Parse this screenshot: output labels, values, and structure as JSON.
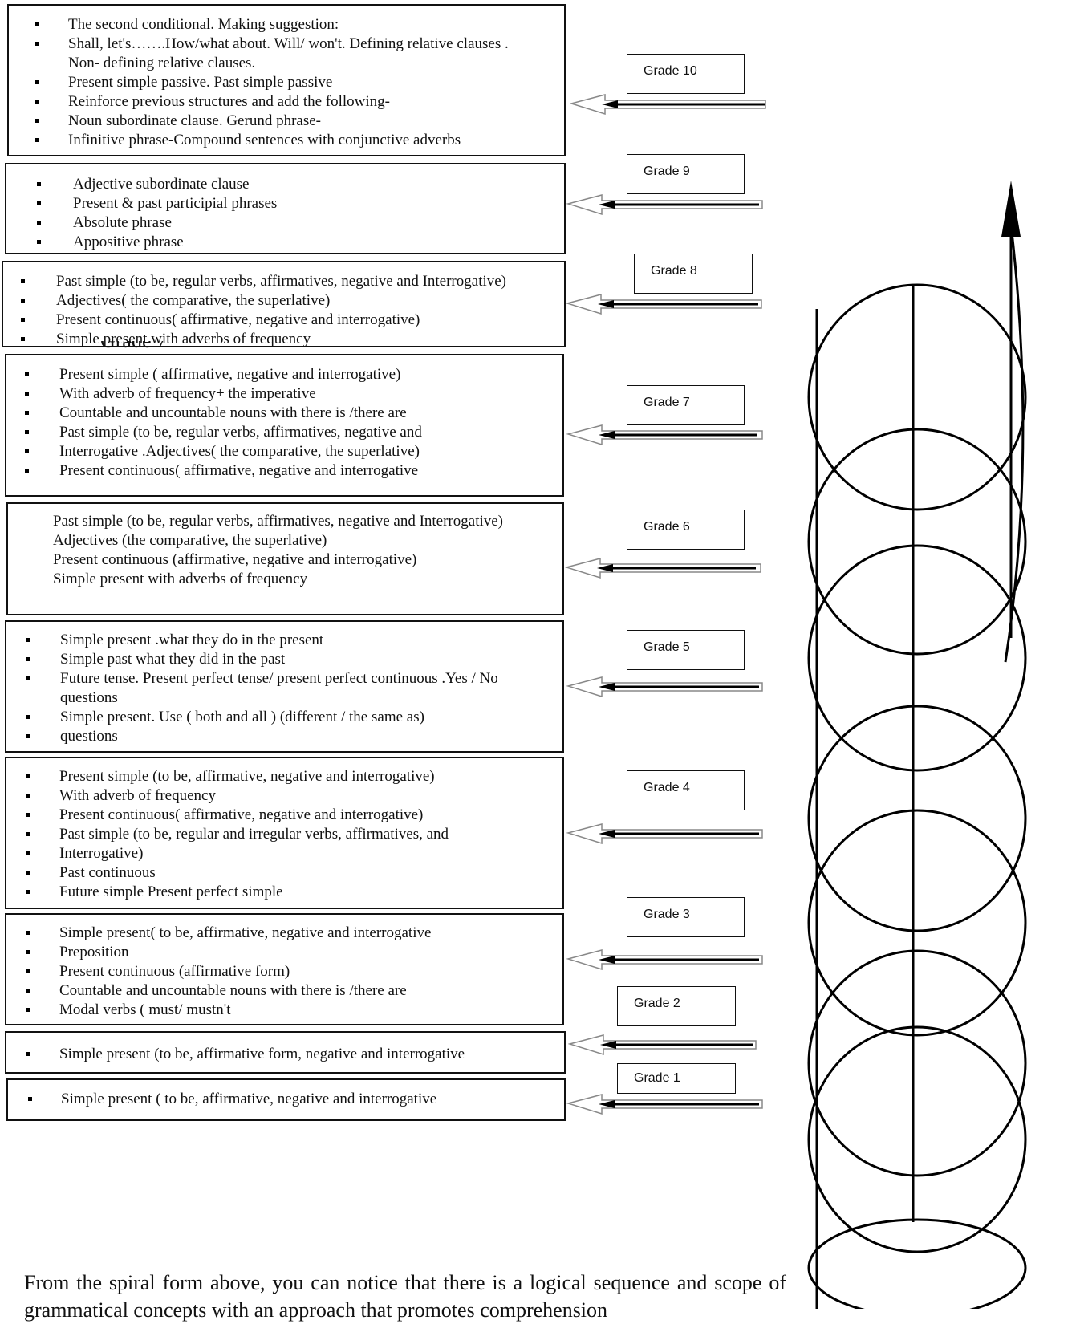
{
  "grades": [
    {
      "label": "Grade 10",
      "items": [
        {
          "text": "The second conditional. Making suggestion:",
          "bullet": true
        },
        {
          "text": "Shall, let's…….How/what about. Will/ won't. Defining relative clauses .",
          "bullet": true
        },
        {
          "text": "Non- defining relative clauses.",
          "bullet": false
        },
        {
          "text": "Present simple passive. Past simple passive",
          "bullet": true
        },
        {
          "text": "Reinforce previous structures and add the following-",
          "bullet": true
        },
        {
          "text": "Noun subordinate clause. Gerund phrase-",
          "bullet": true
        },
        {
          "text": "Infinitive phrase-Compound sentences with conjunctive adverbs",
          "bullet": true
        }
      ]
    },
    {
      "label": "Grade 9",
      "items": [
        {
          "text": "Adjective subordinate clause",
          "bullet": true
        },
        {
          "text": "Present & past participial phrases",
          "bullet": true
        },
        {
          "text": "Absolute phrase",
          "bullet": true
        },
        {
          "text": "Appositive phrase",
          "bullet": true
        }
      ]
    },
    {
      "label": "Grade 8",
      "items": [
        {
          "text": "Past simple (to be, regular verbs, affirmatives, negative and Interrogative)",
          "bullet": true
        },
        {
          "text": "Adjectives( the comparative, the superlative)",
          "bullet": true
        },
        {
          "text": "Present continuous( affirmative, negative and interrogative)",
          "bullet": true
        },
        {
          "text": "Simple present with adverbs of frequency",
          "bullet": true
        }
      ]
    },
    {
      "label": "Grade 7",
      "items": [
        {
          "text": "Present simple ( affirmative, negative and interrogative)",
          "bullet": true
        },
        {
          "text": "With adverb of frequency+ the imperative",
          "bullet": true
        },
        {
          "text": "Countable and uncountable nouns with there is /there are",
          "bullet": true
        },
        {
          "text": "Past simple (to be, regular verbs, affirmatives, negative and",
          "bullet": true
        },
        {
          "text": "Interrogative .Adjectives( the comparative, the superlative)",
          "bullet": true
        },
        {
          "text": "Present continuous( affirmative, negative and interrogative",
          "bullet": true
        }
      ]
    },
    {
      "label": "Grade 6",
      "items": [
        {
          "text": "Past simple (to be, regular verbs, affirmatives, negative and Interrogative)",
          "bullet": false
        },
        {
          "text": "Adjectives (the comparative, the superlative)",
          "bullet": false
        },
        {
          "text": "Present continuous (affirmative, negative and interrogative)",
          "bullet": false
        },
        {
          "text": "Simple present with adverbs of frequency",
          "bullet": false
        }
      ]
    },
    {
      "label": "Grade 5",
      "items": [
        {
          "text": "Simple present .what they do in the present",
          "bullet": true
        },
        {
          "text": "Simple past what they did in the past",
          "bullet": true
        },
        {
          "text": "Future tense. Present perfect tense/ present perfect continuous .Yes / No questions",
          "bullet": true
        },
        {
          "text": "Simple present. Use ( both and all )  (different / the same as)",
          "bullet": true
        },
        {
          "text": "questions",
          "bullet": true
        }
      ]
    },
    {
      "label": "Grade 4",
      "items": [
        {
          "text": "Present simple (to be,  affirmative, negative  and interrogative)",
          "bullet": true
        },
        {
          "text": "With adverb of frequency",
          "bullet": true
        },
        {
          "text": "Present continuous( affirmative, negative and interrogative)",
          "bullet": true
        },
        {
          "text": "Past simple (to be, regular and irregular  verbs, affirmatives, and",
          "bullet": true
        },
        {
          "text": "Interrogative)",
          "bullet": true
        },
        {
          "text": "Past continuous",
          "bullet": true
        },
        {
          "text": "Future simple Present perfect simple",
          "bullet": true
        }
      ]
    },
    {
      "label": "Grade 3",
      "items": [
        {
          "text": "Simple present( to be,  affirmative, negative  and interrogative",
          "bullet": true
        },
        {
          "text": "Preposition",
          "bullet": true
        },
        {
          "text": "Present continuous (affirmative form)",
          "bullet": true
        },
        {
          "text": "Countable and uncountable nouns with there is /there are",
          "bullet": true
        },
        {
          "text": "Modal verbs ( must/ mustn't",
          "bullet": true
        }
      ]
    },
    {
      "label": "Grade 2",
      "items": [
        {
          "text": "Simple present (to be, affirmative form, negative  and interrogative",
          "bullet": true
        }
      ]
    },
    {
      "label": "Grade 1",
      "items": [
        {
          "text": "Simple present ( to be, affirmative,  negative  and interrogative",
          "bullet": true
        }
      ]
    }
  ],
  "stray_heading": "Grade 7",
  "conclusion": "From the spiral form above, you can notice that there is a logical sequence and scope of grammatical concepts with an approach that promotes comprehension"
}
